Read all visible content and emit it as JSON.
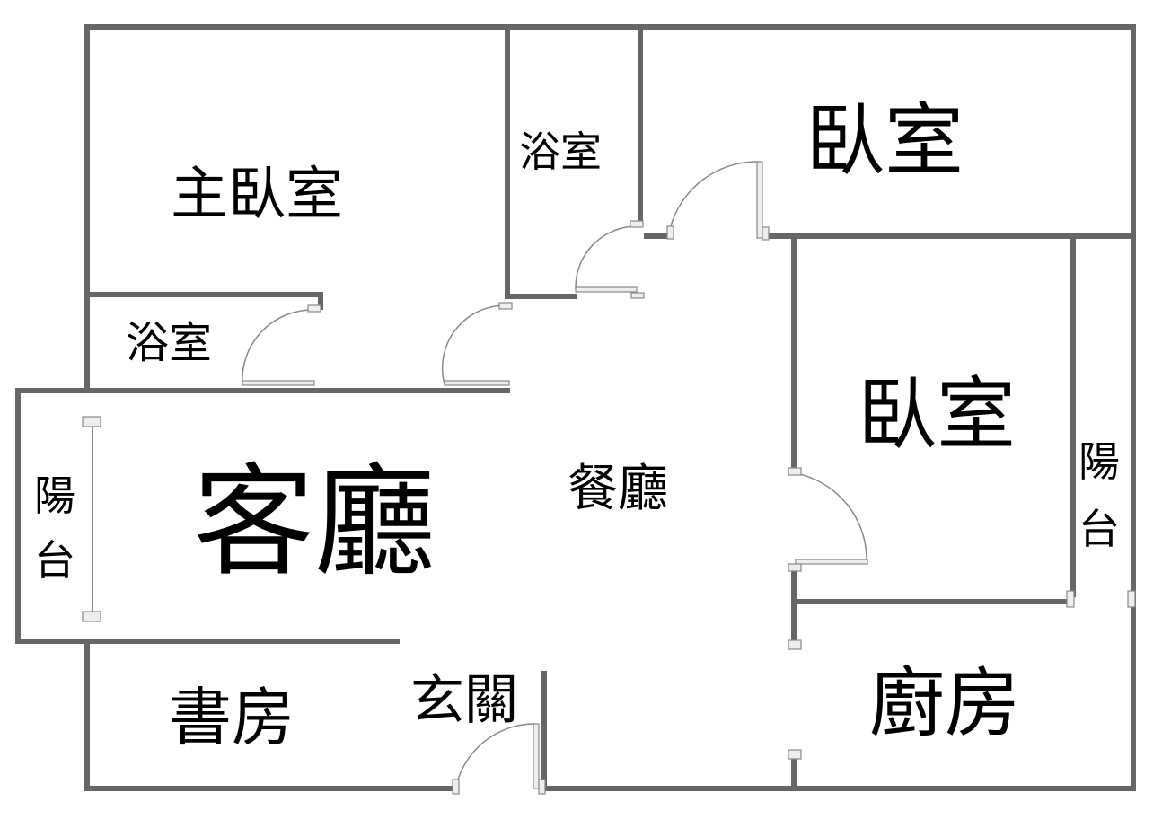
{
  "title": "Floor plan",
  "wall_color": "#666666",
  "rooms": {
    "master_bedroom": "主臥室",
    "bath_upper": "浴室",
    "bedroom_top": "臥室",
    "bath_left": "浴室",
    "bedroom_right": "臥室",
    "balcony_left_1": "陽",
    "balcony_left_2": "台",
    "living_room": "客廳",
    "dining_room": "餐廳",
    "balcony_right_1": "陽",
    "balcony_right_2": "台",
    "study": "書房",
    "entrance": "玄關",
    "kitchen": "廚房"
  }
}
